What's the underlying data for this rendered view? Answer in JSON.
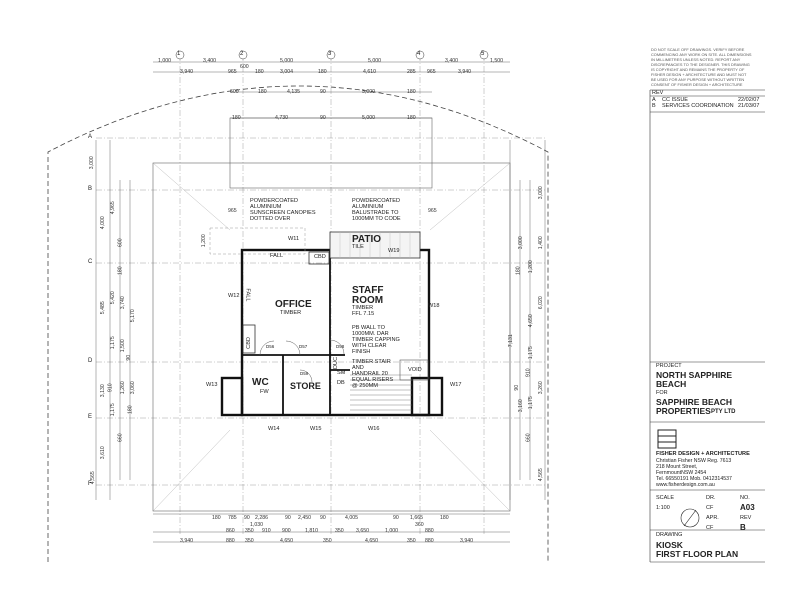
{
  "grid_columns": [
    "1",
    "2",
    "3",
    "4",
    "5"
  ],
  "grid_rows": [
    "A",
    "B",
    "C",
    "D",
    "E",
    "F"
  ],
  "dims": {
    "top1": [
      "1,000",
      "3,400",
      "5,000",
      "5,000",
      "3,400",
      "1,500"
    ],
    "top2": [
      "3,940",
      "965",
      "180",
      "3,004",
      "180",
      "4,610",
      "285",
      "965",
      "3,940"
    ],
    "top3a": "600",
    "top3": [
      "600",
      "180",
      "4,135",
      "90",
      "5,000",
      "180"
    ],
    "top4": [
      "180",
      "4,730",
      "90",
      "5,000",
      "180"
    ],
    "left1": [
      "3,000",
      "4,000",
      "4,965",
      "600",
      "180",
      "5,485",
      "5,420",
      "5,170",
      "3,740",
      "1,500",
      "1,175",
      "90",
      "3,130",
      "910",
      "1,260",
      "3,060",
      "1,175",
      "180",
      "3,610",
      "660",
      "4,565"
    ],
    "right1": [
      "3,000",
      "1,400",
      "3,000",
      "180",
      "1,200",
      "6,020",
      "7,131",
      "4,650",
      "1,175",
      "910",
      "90",
      "3,260",
      "1,175",
      "3,160",
      "660",
      "4,565"
    ],
    "bot1": [
      "180",
      "785",
      "90",
      "2,286",
      "90",
      "2,450",
      "90",
      "4,005",
      "90",
      "1,665",
      "180"
    ],
    "bot1b": [
      "1,030",
      "360"
    ],
    "bot2": [
      "860",
      "350",
      "910",
      "900",
      "1,810",
      "350",
      "3,650",
      "1,000",
      "880"
    ],
    "bot3": [
      "3,940",
      "880",
      "350",
      "4,650",
      "350",
      "4,650",
      "350",
      "880",
      "3,940"
    ],
    "small": [
      "965",
      "965",
      "1,200"
    ]
  },
  "rooms": {
    "office": "OFFICE",
    "office_sub": "TIMBER",
    "staff1": "STAFF",
    "staff2": "ROOM",
    "staff_sub1": "TIMBER",
    "staff_sub2": "FFL 7.15",
    "patio": "PATIO",
    "patio_sub": "TILE",
    "wc": "WC",
    "wc_sub": "FW",
    "store": "STORE",
    "void": "VOID",
    "cbd": "CBD",
    "duc": "DUC",
    "sm": "SM",
    "db": "DB"
  },
  "notes": {
    "canopy": [
      "POWDERCOATED",
      "ALUMINIUM",
      "SUNSCREEN CANOPIES",
      "DOTTED OVER"
    ],
    "balustrade": [
      "POWDERCOATED",
      "ALUMINIUM",
      "BALUSTRADE TO",
      "1000MM TO CODE"
    ],
    "pb_wall": [
      "PB WALL TO",
      "1000MM. DAR",
      "TIMBER CAPPING",
      "WITH CLEAR",
      "FINISH"
    ],
    "stair": [
      "TIMBER STAIR",
      "AND",
      "HANDRAIL 20",
      "EQUAL RISERS",
      "@ 250MM"
    ],
    "fall": "FALL"
  },
  "windows": [
    "W11",
    "W12",
    "W13",
    "W14",
    "W15",
    "W16",
    "W17",
    "W18",
    "W19"
  ],
  "doors": [
    "D56",
    "D57",
    "D58",
    "D59"
  ],
  "title_block": {
    "disclaimer": [
      "DO NOT SCALE OFF DRAWINGS. VERIFY BEFORE",
      "COMMENCING ANY WORK ON SITE. ALL DIMENSIONS",
      "IN MILLIMETRES UNLESS NOTED. REPORT ANY",
      "DISCREPANCIES TO THE DESIGNER. THIS DRAWING",
      "IS COPYRIGHT AND REMAINS THE PROPERTY OF",
      "FISHER DESIGN + ARCHITECTURE AND MUST NOT",
      "BE USED FOR ANY PURPOSE WITHOUT WRITTEN",
      "CONSENT OF FISHER DESIGN + ARCHITECTURE"
    ],
    "rev_header": "REV",
    "revisions": [
      {
        "code": "A",
        "desc": "CC ISSUE",
        "date": "22/02/07"
      },
      {
        "code": "B",
        "desc": "SERVICES COORDINATION",
        "date": "21/03/07"
      }
    ],
    "project_label": "PROJECT",
    "project_name": [
      "NORTH SAPPHIRE",
      "BEACH"
    ],
    "for_label": "FOR",
    "client": [
      "SAPPHIRE BEACH",
      "PROPERTIES"
    ],
    "client_suffix": "PTY LTD",
    "firm": "FISHER DESIGN + ARCHITECTURE",
    "firm_details": [
      "Christian Fisher NSW Reg. 7613",
      "218 Mount Street,",
      "FernmountNSW 2454",
      "Tel. 66550191 Mob. 0412314537",
      "www.fisherdesign.com.au"
    ],
    "scale_label": "SCALE",
    "scale": "1:100",
    "dr_label": "DR.",
    "dr": "CF",
    "apr_label": "APR.",
    "apr": "CF",
    "no_label": "NO.",
    "no": "A03",
    "rev_label": "REV",
    "rev": "B",
    "drawing_label": "DRAWING",
    "drawing_title": [
      "KIOSK",
      "FIRST FLOOR PLAN"
    ]
  }
}
